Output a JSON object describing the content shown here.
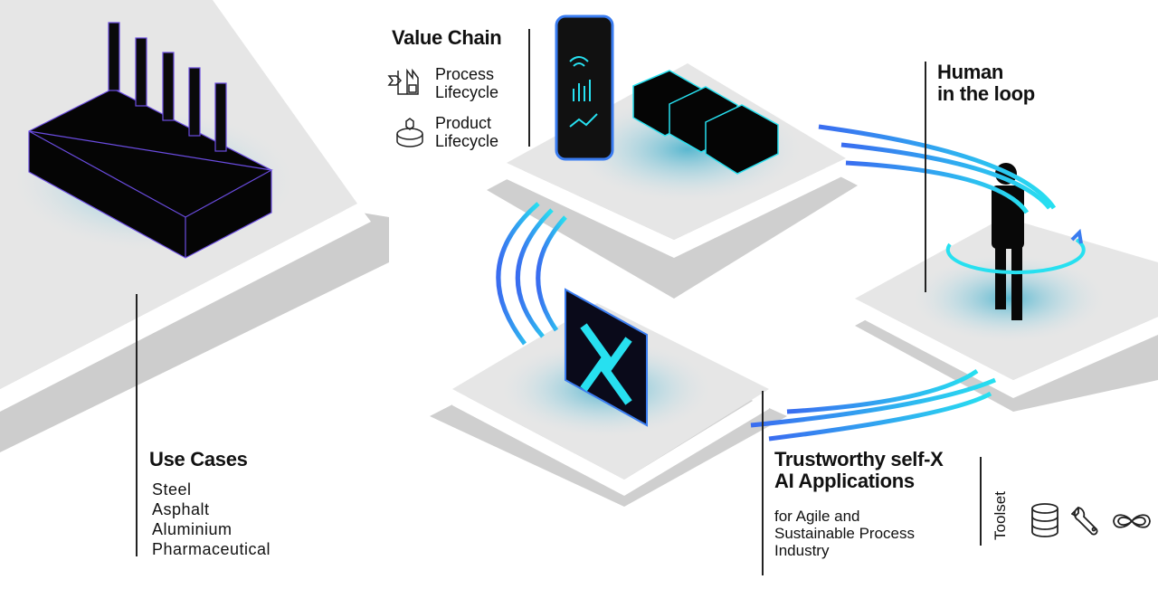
{
  "value_chain": {
    "title": "Value Chain",
    "items": [
      {
        "icon": "factory-process-icon",
        "line1": "Process",
        "line2": "Lifecycle"
      },
      {
        "icon": "product-cube-icon",
        "line1": "Product",
        "line2": "Lifecycle"
      }
    ]
  },
  "human": {
    "line1": "Human",
    "line2": "in the loop"
  },
  "use_cases": {
    "title": "Use Cases",
    "items": [
      "Steel",
      "Asphalt",
      "Aluminium",
      "Pharmaceutical"
    ]
  },
  "applications": {
    "title_line1": "Trustworthy self-X",
    "title_line2": "AI Applications",
    "sub_line1": "for Agile and",
    "sub_line2": "Sustainable Process",
    "sub_line3": "Industry"
  },
  "toolset": {
    "label": "Toolset",
    "icons": [
      "database-icon",
      "wrench-icon",
      "infinity-icon"
    ]
  },
  "colors": {
    "accent_cyan": "#27e0f0",
    "accent_blue": "#3a7cf0",
    "platform": "#e4e4e4",
    "shadow": "#cfcfcf"
  }
}
